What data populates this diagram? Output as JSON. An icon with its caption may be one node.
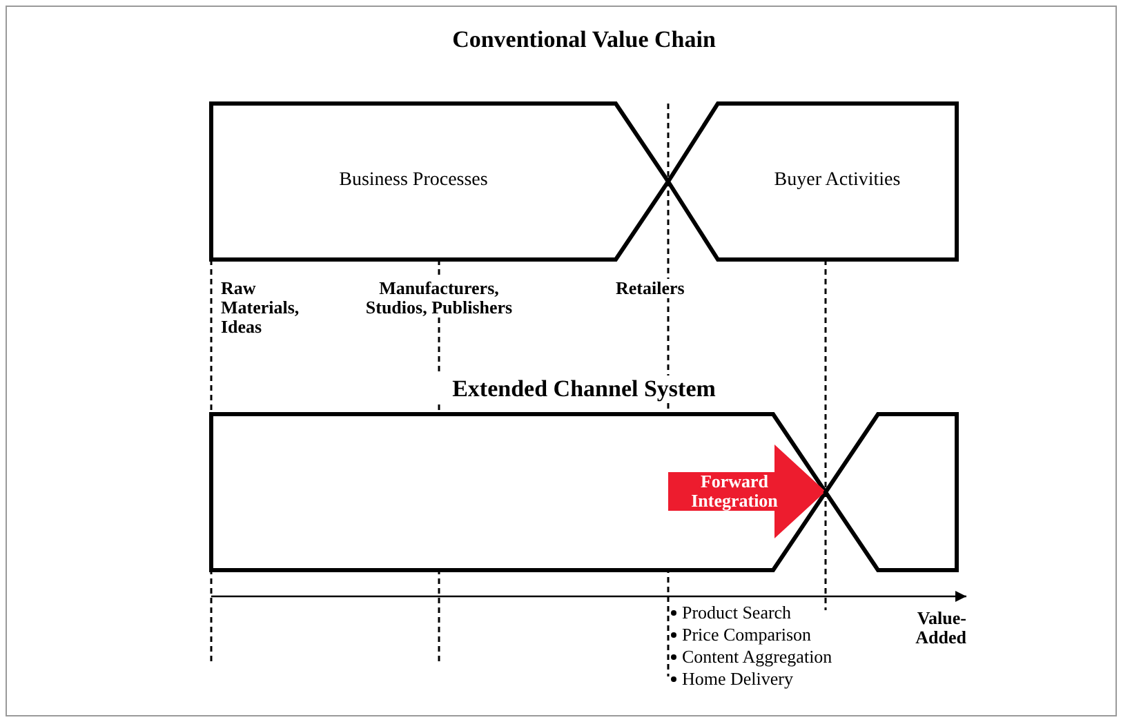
{
  "diagram": {
    "nodes": [
      {
        "text": [
          "Business Processes"
        ]
      },
      {
        "text": [
          "Buyer Activities"
        ]
      },
      {
        "text": [],
        "shape": "box"
      },
      {
        "text": [],
        "shape": "box"
      },
      {
        "text": [
          "Forward Integration"
        ],
        "in": 2
      }
    ],
    "labels": [
      "Conventional Value Chain",
      "Raw Materials, Ideas",
      "Manufacturers, Studios, Publishers",
      "Retailers",
      "Extended Channel System",
      "Product Search",
      "Price Comparison",
      "Content Aggregation",
      "Home Delivery",
      "Value-Added"
    ]
  }
}
